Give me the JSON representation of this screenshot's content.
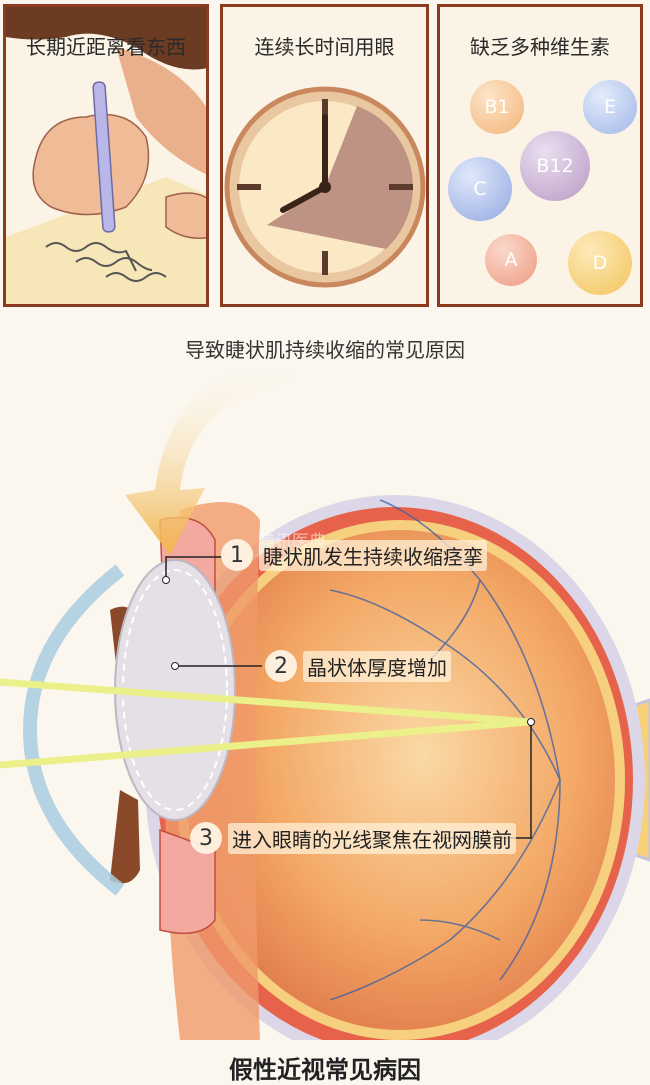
{
  "panels": [
    {
      "title": "长期近距离看东西",
      "icon": "child-writing-illustration"
    },
    {
      "title": "连续长时间用眼",
      "icon": "clock-icon"
    },
    {
      "title": "缺乏多种维生素",
      "icon": "vitamin-bubbles"
    }
  ],
  "vitamins": [
    {
      "label": "B1",
      "color": "#f3b47a"
    },
    {
      "label": "E",
      "color": "#9fb6e8"
    },
    {
      "label": "B12",
      "color": "#b79ac4"
    },
    {
      "label": "C",
      "color": "#92a8e0"
    },
    {
      "label": "A",
      "color": "#ec9a80"
    },
    {
      "label": "D",
      "color": "#f3c55c"
    }
  ],
  "subtitle": "导致睫状肌持续收缩的常见原因",
  "watermark": "腾讯医典",
  "callouts": [
    {
      "num": "1",
      "text": "睫状肌发生持续收缩痉挛"
    },
    {
      "num": "2",
      "text": "晶状体厚度增加"
    },
    {
      "num": "3",
      "text": "进入眼睛的光线聚焦在视网膜前"
    }
  ],
  "footer_title": "假性近视常见病因",
  "colors": {
    "border": "#8c3b1f",
    "arrow": "#f2b44c",
    "light_ray": "#ecf08a"
  }
}
